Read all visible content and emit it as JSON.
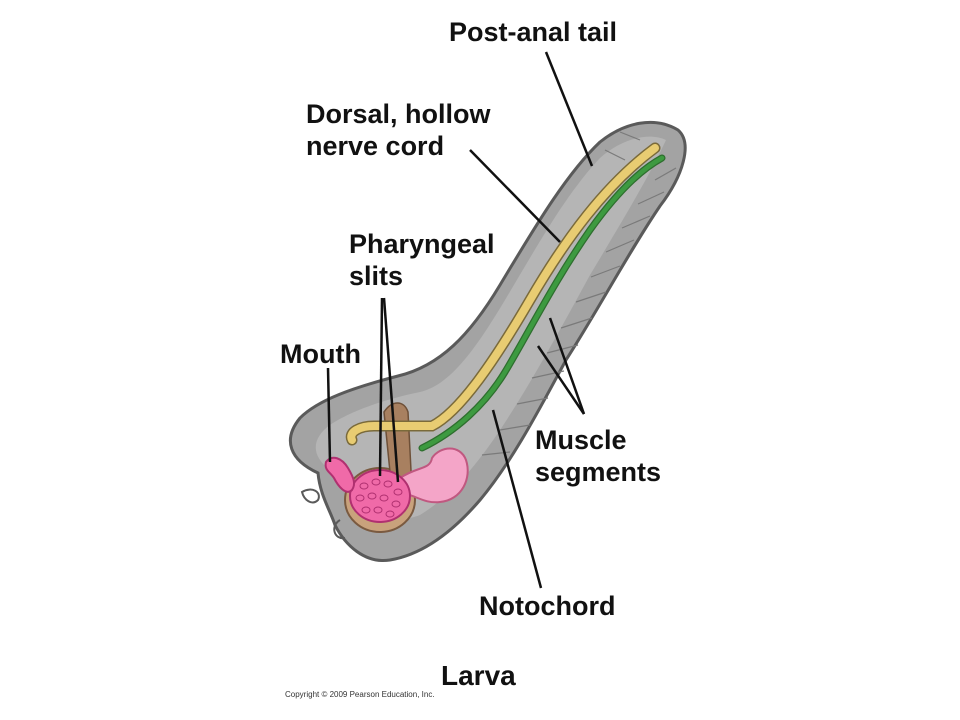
{
  "labels": {
    "post_anal_tail": "Post-anal tail",
    "dorsal_line1": "Dorsal, hollow",
    "dorsal_line2": "nerve cord",
    "pharyngeal_line1": "Pharyngeal",
    "pharyngeal_line2": "slits",
    "mouth": "Mouth",
    "muscle_line1": "Muscle",
    "muscle_line2": "segments",
    "notochord": "Notochord"
  },
  "title": "Larva",
  "copyright": "Copyright © 2009 Pearson Education, Inc.",
  "colors": {
    "body_fill": "#a3a3a3",
    "body_outline": "#5a5a5a",
    "nerve_cord": "#e8cc72",
    "notochord": "#3d9a40",
    "pharynx": "#f06aa8",
    "gut": "#f4a5c8",
    "pharynx_pouch": "#c9a27c",
    "leader_line": "#111111"
  }
}
